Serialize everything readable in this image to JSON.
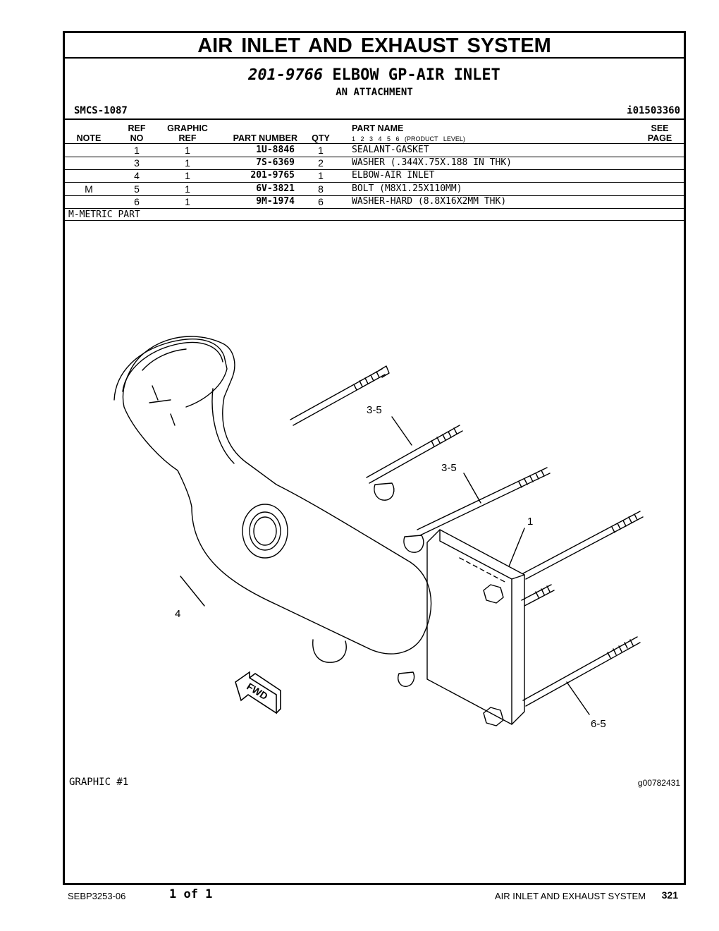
{
  "header": {
    "title": "AIR INLET AND EXHAUST SYSTEM",
    "part_number": "201-9766",
    "part_name": "ELBOW GP-AIR INLET",
    "attachment": "AN ATTACHMENT",
    "smcs": "SMCS-1087",
    "illustration_id": "i01503360"
  },
  "table": {
    "headers": {
      "note": "NOTE",
      "ref_no_top": "REF",
      "ref_no_bottom": "NO",
      "graphic_ref_top": "GRAPHIC",
      "graphic_ref_bottom": "REF",
      "part_number": "PART NUMBER",
      "qty": "QTY",
      "part_name": "PART NAME",
      "product_levels": "1   2   3   4   5   6   (PRODUCT LEVEL)",
      "see_page_top": "SEE",
      "see_page_bottom": "PAGE"
    },
    "rows": [
      {
        "note": "",
        "ref_no": "1",
        "graphic_ref": "1",
        "part_number": "1U-8846",
        "qty": "1",
        "part_name": "SEALANT-GASKET"
      },
      {
        "note": "",
        "ref_no": "3",
        "graphic_ref": "1",
        "part_number": "7S-6369",
        "qty": "2",
        "part_name": "WASHER (.344X.75X.188 IN THK)"
      },
      {
        "note": "",
        "ref_no": "4",
        "graphic_ref": "1",
        "part_number": "201-9765",
        "qty": "1",
        "part_name": "ELBOW-AIR INLET"
      },
      {
        "note": "M",
        "ref_no": "5",
        "graphic_ref": "1",
        "part_number": "6V-3821",
        "qty": "8",
        "part_name": "BOLT (M8X1.25X110MM)"
      },
      {
        "note": "",
        "ref_no": "6",
        "graphic_ref": "1",
        "part_number": "9M-1974",
        "qty": "6",
        "part_name": "WASHER-HARD (8.8X16X2MM THK)"
      }
    ],
    "notes": "M-METRIC PART"
  },
  "graphic": {
    "label": "GRAPHIC #1",
    "id": "g00782431",
    "callouts": {
      "c1": "3-5",
      "c2": "3-5",
      "c3": "1",
      "c4": "4",
      "c5": "6-5",
      "fwd": "FWD"
    }
  },
  "footer": {
    "doc_id": "SEBP3253-06",
    "page_of": "1 of 1",
    "section": "AIR INLET AND EXHAUST SYSTEM",
    "page_number": "321"
  }
}
